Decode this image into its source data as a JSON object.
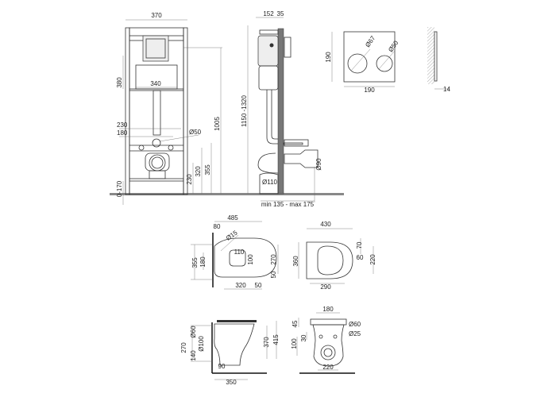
{
  "front_frame": {
    "width": "370",
    "tank_height": "380",
    "tank_width": "340",
    "bolt_spacing_outer": "230",
    "bolt_spacing_inner": "180",
    "flush_pipe_diameter": "Ø50",
    "leg_adjust": "0-170",
    "drain_height": "230",
    "bolt_height": "320",
    "inlet_height": "355",
    "button_height": "1005"
  },
  "side_frame": {
    "frame_height": "1150 -1320",
    "depth": "152",
    "wall_gap": "35",
    "drain_diameter": "Ø110",
    "connector_diameter": "Ø90",
    "depth_range": "min 135 - max 175"
  },
  "flush_plate": {
    "height": "190",
    "width": "190",
    "button_large": "Ø67",
    "button_small": "Ø50",
    "thickness": "14"
  },
  "bowl_top": {
    "length": "485",
    "offset": "80",
    "hole_diameter": "Ø15",
    "outlet_width": "110",
    "outlet_depth": "100",
    "mount_height": "355",
    "mount_spacing": "180",
    "width_dim": "270",
    "edge": "50",
    "base_length": "320",
    "front_gap": "50"
  },
  "seat_top": {
    "length": "430",
    "hinge": "70",
    "hinge_gap": "60",
    "inner": "220",
    "width": "360",
    "seat_length": "290"
  },
  "bowl_side": {
    "height_270": "270",
    "inlet_diameter": "Ø60",
    "outlet_height": "140",
    "outlet_diameter": "Ø100",
    "back_offset": "90",
    "bowl_height": "370",
    "total_height": "415",
    "depth": "350"
  },
  "bowl_front": {
    "top_width": "180",
    "seat_height": "45",
    "inlet_diameter": "Ø60",
    "bolt_diameter": "Ø25",
    "bolt_offset": "30",
    "inlet_offset": "100",
    "base_width": "220"
  }
}
